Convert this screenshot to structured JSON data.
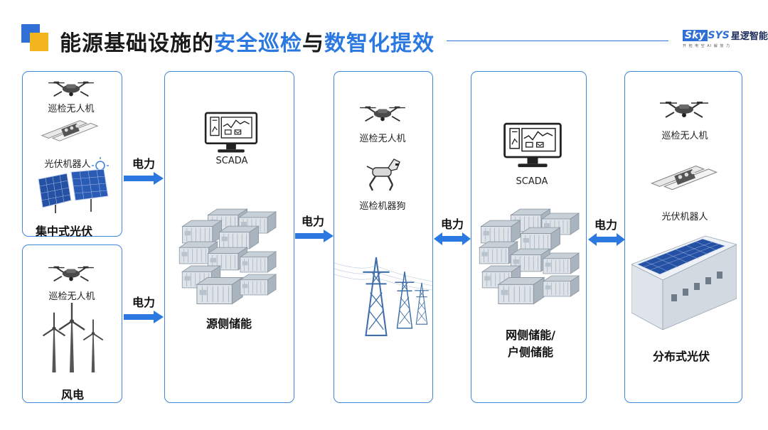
{
  "header": {
    "title_part1": "能源基础设施的",
    "title_highlight": "安全巡检",
    "title_part2": "与",
    "title_highlight2": "数智化提效"
  },
  "logo": {
    "sky": "Sky",
    "sys": "SYS",
    "cn": "星逻智能",
    "sub": "开 拓 电 空 AI 解 放 力"
  },
  "colors": {
    "accent": "#2b79e0",
    "border": "#3f86dd",
    "arrow": "#2b79e0",
    "mark_yellow": "#f3b51d"
  },
  "panels": {
    "centralized_pv": {
      "drone_caption": "巡检无人机",
      "robot_caption": "光伏机器人",
      "label": "集中式光伏"
    },
    "wind": {
      "drone_caption": "巡检无人机",
      "label": "风电"
    },
    "source_storage": {
      "scada_caption": "SCADA",
      "label": "源侧储能"
    },
    "grid": {
      "drone_caption": "巡检无人机",
      "dog_caption": "巡检机器狗"
    },
    "grid_user_storage": {
      "scada_caption": "SCADA",
      "label_line1": "网侧储能/",
      "label_line2": "户侧储能"
    },
    "distributed_pv": {
      "drone_caption": "巡检无人机",
      "robot_caption": "光伏机器人",
      "label": "分布式光伏"
    }
  },
  "arrows": {
    "a1": "电力",
    "a2": "电力",
    "a3": "电力",
    "a4": "电力",
    "a5": "电力"
  }
}
